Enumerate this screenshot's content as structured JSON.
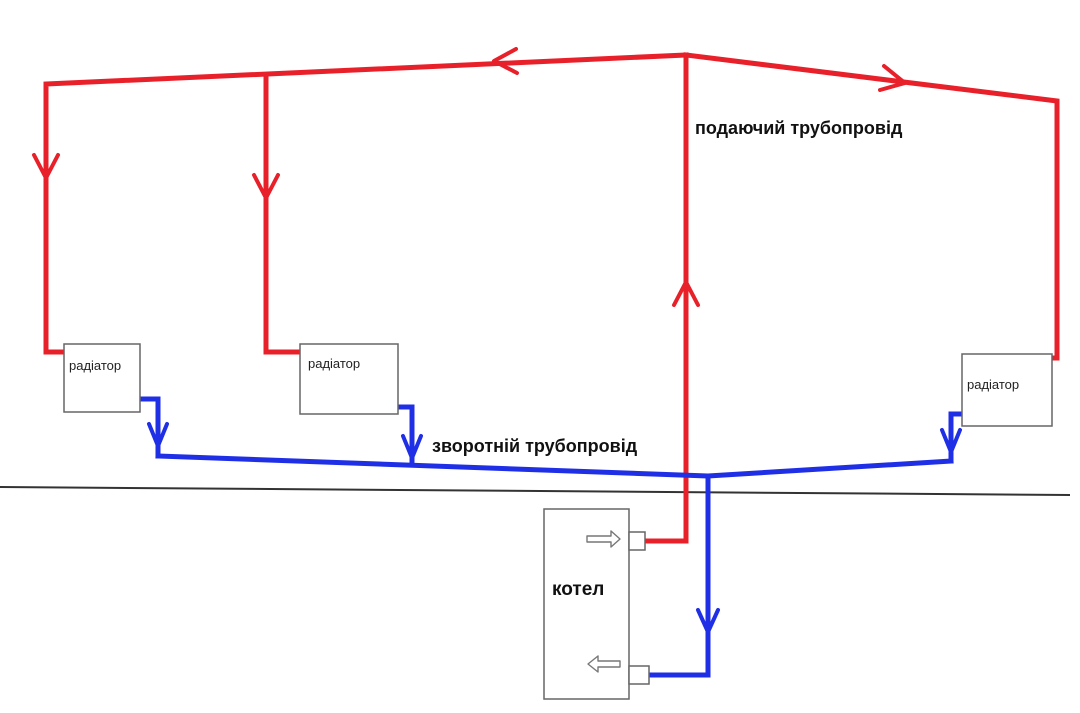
{
  "labels": {
    "supply_pipe": "подаючий трубопровід",
    "return_pipe": "зворотній трубопровід",
    "boiler": "котел"
  },
  "radiators": [
    {
      "label": "радіатор"
    },
    {
      "label": "радіатор"
    },
    {
      "label": "радіатор"
    }
  ],
  "colors": {
    "supply": "#e8202a",
    "return": "#1f2fe6",
    "floor": "#333333",
    "box_stroke": "#666666"
  },
  "icons": {
    "flow_arrow": "chevron-arrow-icon",
    "boiler_port": "hollow-arrow-icon"
  }
}
